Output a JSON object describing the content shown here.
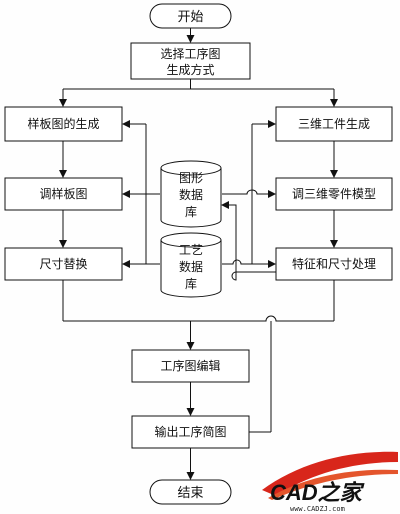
{
  "flowchart": {
    "start": "开始",
    "select_method": [
      "选择工序图",
      "生成方式"
    ],
    "template_gen": "样板图的生成",
    "three_d_gen": "三维工件生成",
    "adjust_template": "调样板图",
    "adjust_3d": "调三维零件模型",
    "dim_replace": "尺寸替换",
    "feature_dim": "特征和尺寸处理",
    "graphic_db": [
      "图形",
      "数据",
      "库"
    ],
    "process_db": [
      "工艺",
      "数据",
      "库"
    ],
    "edit_process": "工序图编辑",
    "output_process": "输出工序简图",
    "end": "结束"
  },
  "watermark": {
    "logo_text": "CAD之家",
    "url": "www.CADZJ.com"
  }
}
